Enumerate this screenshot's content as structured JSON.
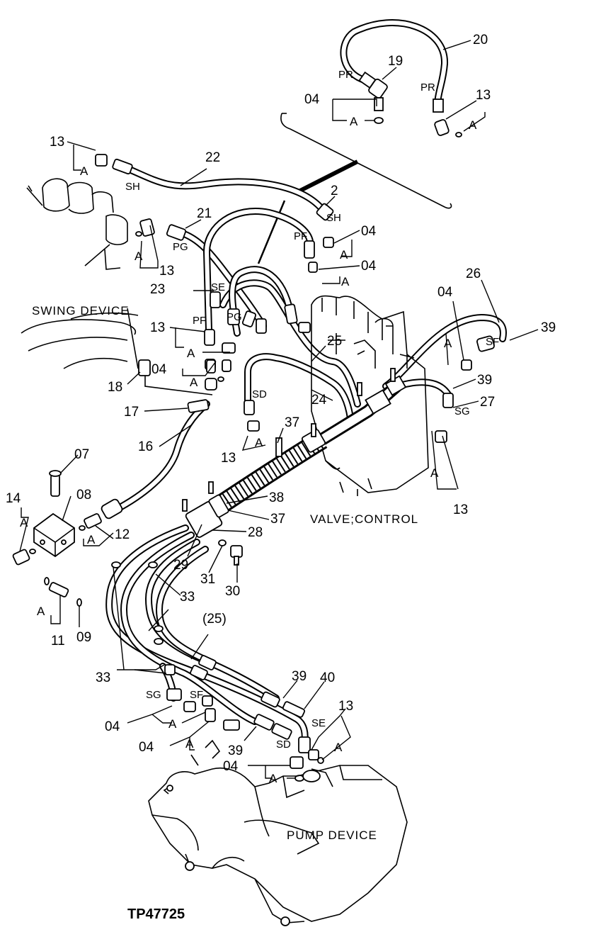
{
  "figure_id": "TP47725",
  "components": {
    "swing_device": "SWING DEVICE",
    "valve_control": "VALVE;CONTROL",
    "pump_device": "PUMP DEVICE"
  },
  "callouts": {
    "c20": "20",
    "c19": "19",
    "c13_top": "13",
    "c04_top": "04",
    "c22": "22",
    "c13_left": "13",
    "c2": "2",
    "c21": "21",
    "c04_r1": "04",
    "c04_r2": "04",
    "c13_mid": "13",
    "c23": "23",
    "c26": "26",
    "c04_right": "04",
    "c39_right": "39",
    "c13_swing": "13",
    "c25": "25",
    "c04_swing": "04",
    "c18": "18",
    "c39_mid": "39",
    "c27": "27",
    "c24": "24",
    "c17": "17",
    "c37_top": "37",
    "c16": "16",
    "c13_valve": "13",
    "c07": "07",
    "c08": "08",
    "c38": "38",
    "c14": "14",
    "c37": "37",
    "c13_rhs": "13",
    "c12": "12",
    "c28": "28",
    "c29": "29",
    "c31": "31",
    "c30": "30",
    "c33_a": "33",
    "c11": "11",
    "c09": "09",
    "c25_paren": "(25)",
    "c33_b": "33",
    "c39_low": "39",
    "c40": "40",
    "c13_low": "13",
    "c04_low1": "04",
    "c04_low2": "04",
    "c39_low2": "39",
    "c04_low3": "04"
  },
  "ports": {
    "pr1": "PR",
    "pr2": "PR",
    "sh1": "SH",
    "sh2": "SH",
    "pf1": "PF",
    "pg1": "PG",
    "se1": "SE",
    "pf2": "PF",
    "pg2": "PG",
    "sd1": "SD",
    "sf1": "SF",
    "sg1": "SG",
    "sg2": "SG",
    "sf2": "SF",
    "se2": "SE",
    "sd2": "SD"
  },
  "letters": {
    "a1": "A",
    "a2": "A",
    "a3": "A",
    "a4": "A",
    "a5": "A",
    "a6": "A",
    "a7": "A",
    "a8": "A",
    "a9": "A",
    "a10": "A",
    "a11": "A",
    "a12": "A",
    "a13": "A",
    "a14": "A",
    "a15": "A",
    "a16": "A",
    "a17": "A",
    "a18": "A",
    "a19": "A"
  }
}
